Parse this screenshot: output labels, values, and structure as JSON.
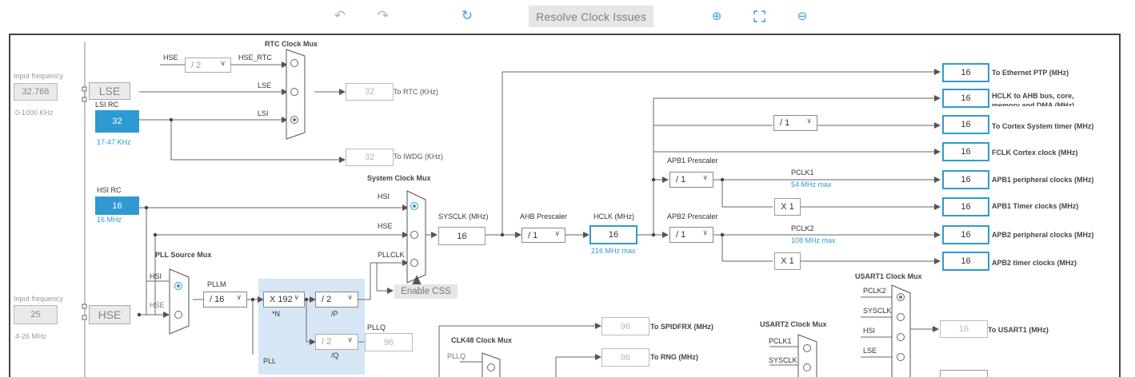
{
  "toolbar": {
    "undo_icon": "undo-icon",
    "redo_icon": "redo-icon",
    "refresh_icon": "refresh-icon",
    "resolve_label": "Resolve Clock Issues",
    "zoom_in_icon": "zoom-in-icon",
    "fit_icon": "fit-screen-icon",
    "zoom_out_icon": "zoom-out-icon"
  },
  "left": {
    "input_freq_label_1": "Input frequency",
    "lse_input": "32.768",
    "lse_range": "0-1000 KHz",
    "lse_label": "LSE",
    "lsi_rc_label": "LSI RC",
    "lsi_value": "32",
    "lsi_range": "17-47 KHz",
    "hsi_rc_label": "HSI RC",
    "hsi_value": "16",
    "hsi_freq": "16 MHz",
    "input_freq_label_2": "Input frequency",
    "hse_input": "25",
    "hse_range": "4-26 MHz",
    "hse_label": "HSE"
  },
  "rtc": {
    "title": "RTC Clock Mux",
    "hse_label": "HSE",
    "div_select": "/ 2",
    "hse_rtc_label": "HSE_RTC",
    "lse_label": "LSE",
    "lsi_label": "LSI",
    "rtc_value": "32",
    "rtc_to": "To RTC (KHz)",
    "iwdg_value": "32",
    "iwdg_to": "To IWDG (KHz)"
  },
  "sysmux": {
    "title": "System Clock Mux",
    "hsi": "HSI",
    "hse": "HSE",
    "pllclk": "PLLCLK",
    "enable_css": "Enable CSS",
    "sysclk_label": "SYSCLK (MHz)",
    "sysclk_value": "16"
  },
  "ahb": {
    "prescaler_label": "AHB Prescaler",
    "prescaler": "/ 1",
    "hclk_label": "HCLK (MHz)",
    "hclk_value": "16",
    "hclk_max": "216 MHz max"
  },
  "pll": {
    "source_title": "PLL Source Mux",
    "hsi": "HSI",
    "hse": "HSE",
    "pllm_label": "PLLM",
    "pllm": "/ 16",
    "n_select": "X 192",
    "n_label": "*N",
    "p_select": "/ 2",
    "p_label": "/P",
    "q_select": "/ 2",
    "q_label": "/Q",
    "pllq_label": "PLLQ",
    "pllq_value": "96",
    "pll_label": "PLL"
  },
  "outputs": {
    "eth_value": "16",
    "eth_label": "To Ethernet PTP (MHz)",
    "hclk_ahb_value": "16",
    "hclk_ahb_label": "HCLK to AHB bus, core, memory and DMA (MHz)",
    "cortex_div": "/ 1",
    "cortex_value": "16",
    "cortex_label": "To Cortex System timer (MHz)",
    "fclk_value": "16",
    "fclk_label": "FCLK Cortex clock (MHz)",
    "apb1_prescaler_label": "APB1 Prescaler",
    "apb1_prescaler": "/ 1",
    "pclk1_label": "PCLK1",
    "pclk1_max": "54 MHz max",
    "apb1_periph_value": "16",
    "apb1_periph_label": "APB1 peripheral clocks (MHz)",
    "apb1_timer_mult": "X 1",
    "apb1_timer_value": "16",
    "apb1_timer_label": "APB1 Timer clocks (MHz)",
    "apb2_prescaler_label": "APB2 Prescaler",
    "apb2_prescaler": "/ 1",
    "pclk2_label": "PCLK2",
    "pclk2_max": "108 MHz max",
    "apb2_periph_value": "16",
    "apb2_periph_label": "APB2 peripheral clocks (MHz)",
    "apb2_timer_mult": "X 1",
    "apb2_timer_value": "16",
    "apb2_timer_label": "APB2 timer clocks (MHz)"
  },
  "bottom": {
    "spdif_value": "96",
    "spdif_label": "To SPIDFRX (MHz)",
    "clk48_title": "CLK48 Clock Mux",
    "clk48_pllq": "PLLQ",
    "rng_value": "96",
    "rng_label": "To RNG (MHz)",
    "usart2_title": "USART2 Clock Mux",
    "usart2_pclk1": "PCLK1",
    "usart2_sysclk": "SYSCLK",
    "usart1_title": "USART1 Clock Mux",
    "usart1_pclk2": "PCLK2",
    "usart1_sysclk": "SYSCLK",
    "usart1_hsi": "HSI",
    "usart1_lse": "LSE",
    "usart1_value": "16",
    "usart1_label": "To USART1 (MHz)"
  },
  "colors": {
    "accent": "#2f9ad1",
    "disabled_bg": "#e9eaeb",
    "pll_bg": "#d6e6f5"
  }
}
